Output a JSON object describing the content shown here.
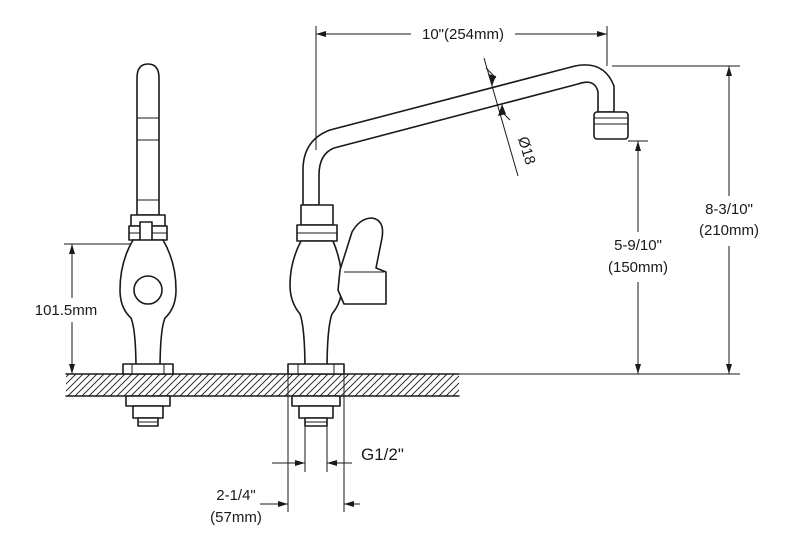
{
  "dimensions": {
    "reach": "10\"(254mm)",
    "pipe_diameter": "Ø18",
    "total_height_in": "8-3/10\"",
    "total_height_mm": "(210mm)",
    "spout_height_in": "5-9/10\"",
    "spout_height_mm": "(150mm)",
    "base_height": "101.5mm",
    "thread": "G1/2\"",
    "base_width_in": "2-1/4\"",
    "base_width_mm": "(57mm)"
  }
}
